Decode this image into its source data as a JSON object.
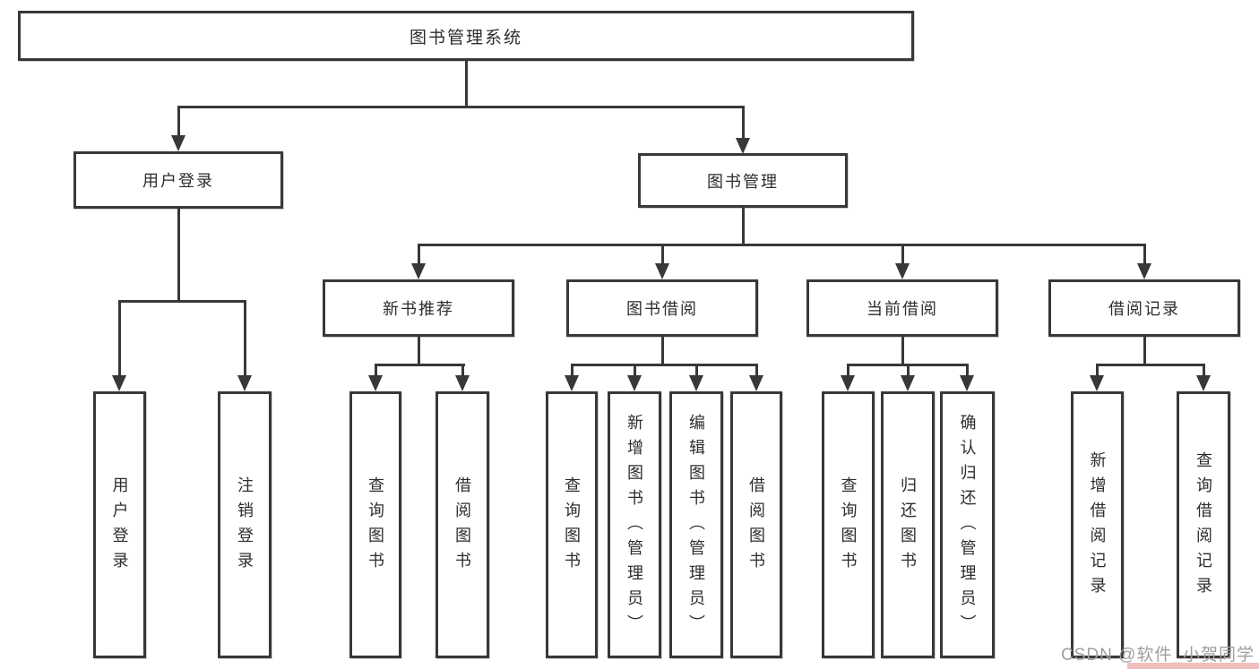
{
  "colors": {
    "line": "#383838",
    "text": "#2d2d2d",
    "watermark": "#9f9f9f",
    "accent_strip": "#f2bfbf",
    "background": "#ffffff"
  },
  "watermark": "CSDN @软件_小贺同学",
  "tree": {
    "root": "图书管理系统",
    "branches": [
      {
        "label": "用户登录",
        "children": [
          {
            "label": "用户登录"
          },
          {
            "label": "注销登录"
          }
        ]
      },
      {
        "label": "图书管理",
        "children": [
          {
            "label": "新书推荐",
            "children": [
              {
                "label": "查询图书"
              },
              {
                "label": "借阅图书"
              }
            ]
          },
          {
            "label": "图书借阅",
            "children": [
              {
                "label": "查询图书"
              },
              {
                "label": "新增图书（管理员）"
              },
              {
                "label": "编辑图书（管理员）"
              },
              {
                "label": "借阅图书"
              }
            ]
          },
          {
            "label": "当前借阅",
            "children": [
              {
                "label": "查询图书"
              },
              {
                "label": "归还图书"
              },
              {
                "label": "确认归还（管理员）"
              }
            ]
          },
          {
            "label": "借阅记录",
            "children": [
              {
                "label": "新增借阅记录"
              },
              {
                "label": "查询借阅记录"
              }
            ]
          }
        ]
      }
    ]
  }
}
